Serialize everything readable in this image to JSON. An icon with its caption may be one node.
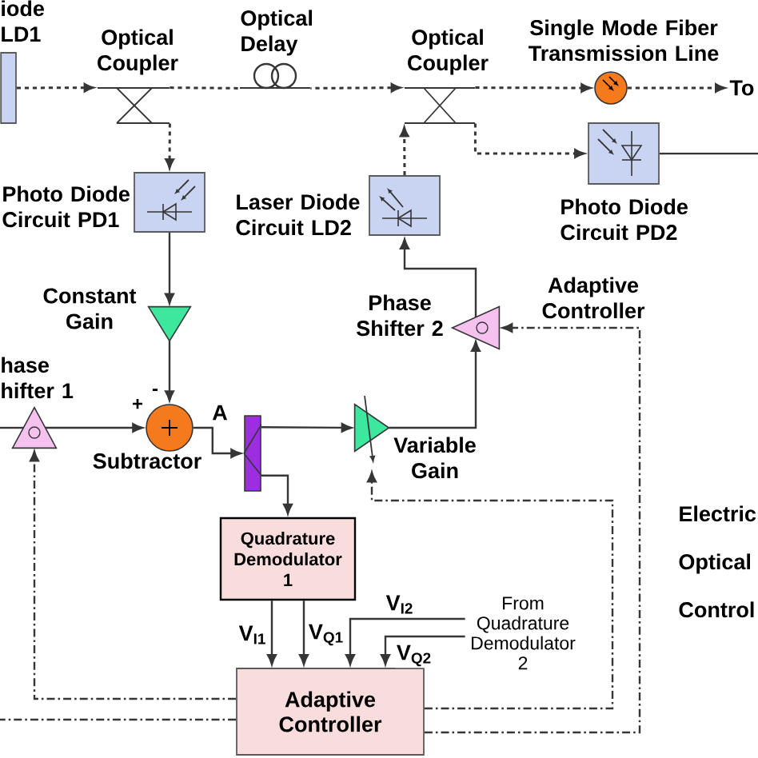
{
  "diagram": {
    "nodes": [
      {
        "text": [
          "iode LD1"
        ]
      },
      {
        "text": [
          "Optical Coupler"
        ]
      },
      {
        "text": [
          "Optical Delay"
        ]
      },
      {
        "text": [
          "Optical Coupler"
        ]
      },
      {
        "text": [
          "Single Mode Fiber Transmission Line"
        ]
      },
      {
        "text": [
          "To"
        ]
      },
      {
        "text": [
          "Photo Diode Circuit PD1"
        ]
      },
      {
        "text": [
          "Laser Diode Circuit LD2"
        ]
      },
      {
        "text": [
          "Photo Diode Circuit PD2"
        ]
      },
      {
        "text": [
          "Constant Gain"
        ]
      },
      {
        "text": [
          "Phase Shifter 2"
        ]
      },
      {
        "text": [
          "hase hifter 1"
        ]
      },
      {
        "text": [
          "Subtractor"
        ],
        "beside": [
          "-",
          "+"
        ]
      },
      {
        "text": [],
        "shape": "bar"
      },
      {
        "text": [
          "Variable Gain"
        ]
      },
      {
        "text": [
          "Quadrature Demodulator 1"
        ]
      },
      {
        "text": [
          "From Quadrature Demodulator 2"
        ]
      },
      {
        "text": [
          "Adaptive Controller"
        ]
      }
    ],
    "edges": [
      {
        "from": 0,
        "to": 1,
        "arrow": "to",
        "style": "dashed"
      },
      {
        "from": 1,
        "to": 2,
        "arrow": "none",
        "style": "dashed"
      },
      {
        "from": 2,
        "to": 3,
        "arrow": "to",
        "style": "dashed"
      },
      {
        "from": 1,
        "to": 6,
        "arrow": "to",
        "style": "dashed"
      },
      {
        "from": 3,
        "to": 4,
        "arrow": "to",
        "style": "dashed"
      },
      {
        "from": 4,
        "to": 5,
        "arrow": "to",
        "style": "dashed"
      },
      {
        "from": 3,
        "to": 8,
        "arrow": "to",
        "style": "dashed"
      },
      {
        "from": 7,
        "to": 3,
        "arrow": "to",
        "style": "dashed"
      },
      {
        "from": 8,
        "to": null,
        "arrow": "none"
      },
      {
        "from": 6,
        "to": 9,
        "arrow": "to"
      },
      {
        "from": 9,
        "to": 12,
        "arrow": "to"
      },
      {
        "from": null,
        "to": 11,
        "arrow": "none"
      },
      {
        "from": 11,
        "to": 12,
        "arrow": "to"
      },
      {
        "from": 12,
        "to": 13,
        "arrow": "to",
        "label": "A"
      },
      {
        "from": 13,
        "to": 14,
        "arrow": "to"
      },
      {
        "from": 13,
        "to": 15,
        "arrow": "to"
      },
      {
        "from": 14,
        "to": 10,
        "arrow": "to"
      },
      {
        "from": 10,
        "to": 7,
        "arrow": "to"
      },
      {
        "from": 15,
        "to": 17,
        "arrow": "to",
        "label": "V$_{I1}$"
      },
      {
        "from": 15,
        "to": 17,
        "arrow": "to",
        "label": "V$_{Q1}$"
      },
      {
        "from": 16,
        "to": 17,
        "arrow": "to",
        "label": "V$_{I2}$"
      },
      {
        "from": 16,
        "to": 17,
        "arrow": "to",
        "label": "V$_{Q2}$"
      },
      {
        "from": 17,
        "to": 11,
        "arrow": "to",
        "style": "dashed"
      },
      {
        "from": 17,
        "to": null,
        "arrow": "none",
        "style": "dashed"
      },
      {
        "from": 17,
        "to": 14,
        "arrow": "to",
        "style": "dashed"
      },
      {
        "from": 17,
        "to": 10,
        "arrow": "to",
        "style": "dashed",
        "label": "Adaptive Controller"
      }
    ],
    "labels": [
      "Electric",
      "Optical",
      "Control"
    ]
  }
}
